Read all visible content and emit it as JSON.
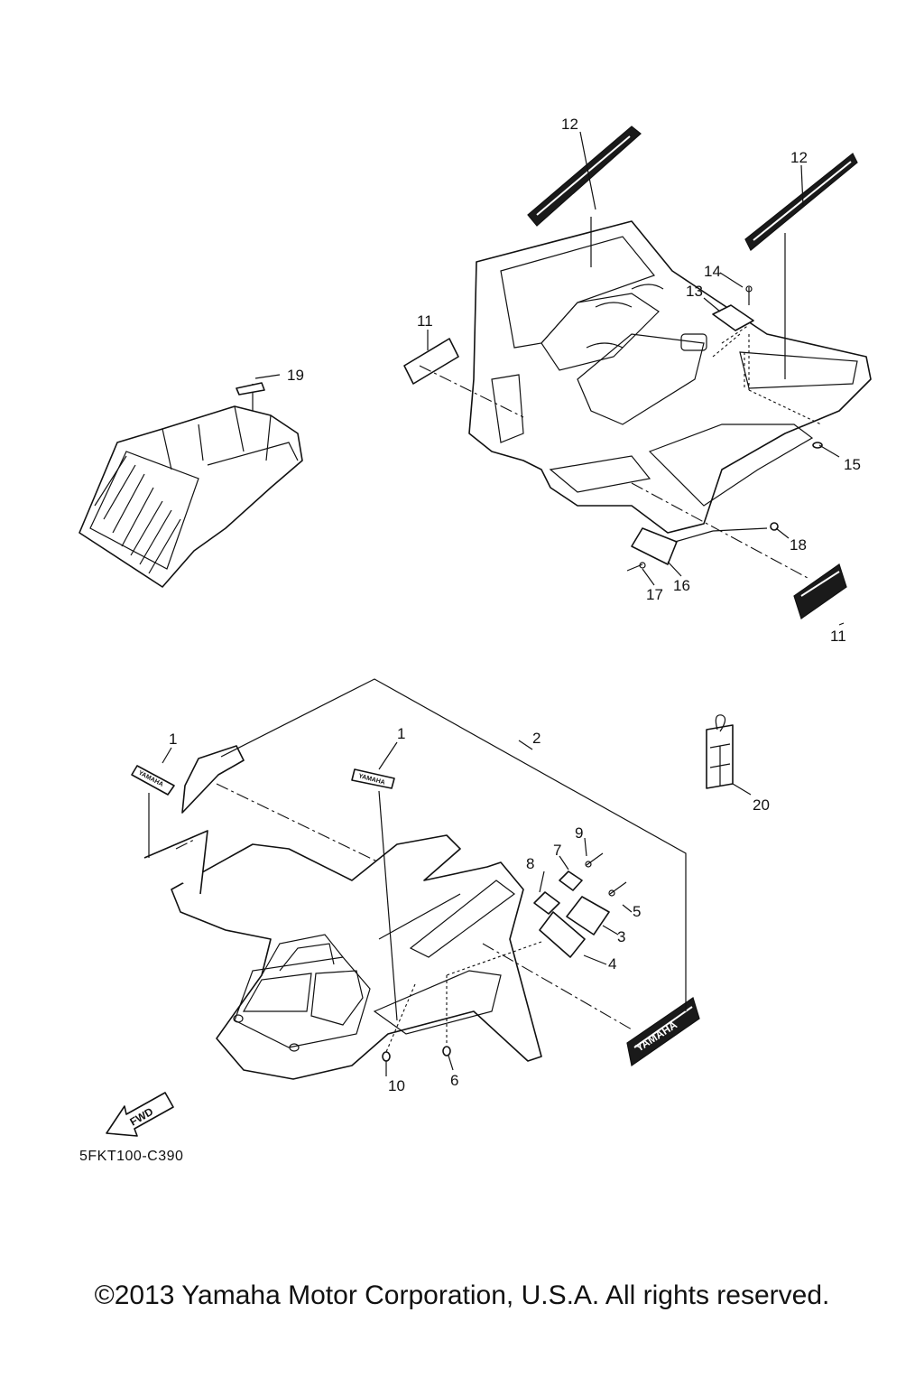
{
  "callouts": {
    "c1a": "1",
    "c1b": "1",
    "c2": "2",
    "c3": "3",
    "c4": "4",
    "c5": "5",
    "c6": "6",
    "c7": "7",
    "c8": "8",
    "c9": "9",
    "c10": "10",
    "c11a": "11",
    "c11b": "11",
    "c12a": "12",
    "c12b": "12",
    "c13": "13",
    "c14": "14",
    "c15": "15",
    "c16": "16",
    "c17": "17",
    "c18": "18",
    "c19": "19",
    "c20": "20"
  },
  "decals": {
    "yamaha_small": "YAMAHA",
    "yamaha_large": "YAMAHA",
    "fwd": "FWD"
  },
  "diagram_code": "5FKT100-C390",
  "copyright": "©2013 Yamaha Motor Corporation, U.S.A. All rights reserved."
}
